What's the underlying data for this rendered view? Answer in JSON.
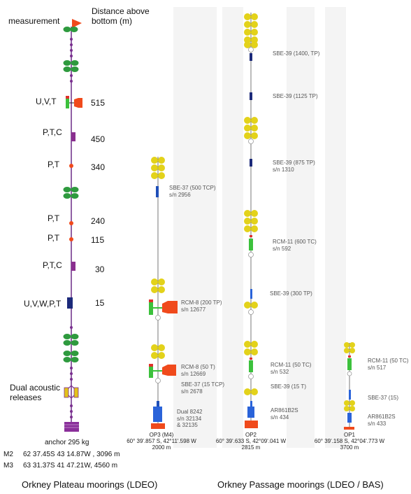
{
  "plateau": {
    "header_measurement": "measurement",
    "header_distance": "Distance above bottom (m)",
    "instruments": [
      {
        "measure": "U,V,T",
        "distance": "515"
      },
      {
        "measure": "P,T,C",
        "distance": "450"
      },
      {
        "measure": "P,T",
        "distance": "340"
      },
      {
        "measure": "P,T",
        "distance": "240"
      },
      {
        "measure": "P,T",
        "distance": "115"
      },
      {
        "measure": "P,T,C",
        "distance": "30"
      },
      {
        "measure": "U,V,W,P,T",
        "distance": "15"
      }
    ],
    "releases_label": "Dual acoustic releases",
    "anchor_label": "anchor 295 kg",
    "moorings": [
      {
        "name": "M2",
        "position": "62 37.45S  43 14.87W , 3096 m"
      },
      {
        "name": "M3",
        "position": "63 31.37S  41 47.21W, 4560 m"
      }
    ],
    "title": "Orkney Plateau moorings (LDEO)"
  },
  "passage": {
    "title": "Orkney Passage moorings (LDEO / BAS)",
    "op3": {
      "labels": [
        {
          "line1": "SBE-37 (500 TCP)",
          "line2": "s/n 2956"
        },
        {
          "line1": "RCM-8 (200 TP)",
          "line2": "s/n 12677"
        },
        {
          "line1": "RCM-8 (50 T)",
          "line2": "s/n 12669"
        },
        {
          "line1": "SBE-37 (15 TCP)",
          "line2": "s/n 2678"
        },
        {
          "line1": "Dual 8242",
          "line2": "s/n 32134",
          "line3": "& 32135"
        }
      ],
      "caption": {
        "name": "OP3 (M4)",
        "pos": "60° 39'.857 S, 42°11'.598 W",
        "depth": "2000 m"
      }
    },
    "op2": {
      "labels": [
        {
          "line1": "SBE-39 (1400, TP)"
        },
        {
          "line1": "SBE-39 (1125 TP)"
        },
        {
          "line1": "SBE-39 (875 TP)",
          "line2": "s/n 1310"
        },
        {
          "line1": "RCM-11 (600 TC)",
          "line2": "s/n 592"
        },
        {
          "line1": "SBE-39 (300 TP)"
        },
        {
          "line1": "RCM-11 (50 TC)",
          "line2": "s/n 532"
        },
        {
          "line1": "SBE-39 (15 T)"
        },
        {
          "line1": "AR861B2S",
          "line2": "s/n 434"
        }
      ],
      "caption": {
        "name": "OP2",
        "pos": "60° 39'.633 S, 42°09'.041 W",
        "depth": "2815 m"
      }
    },
    "op1": {
      "labels": [
        {
          "line1": "RCM-11 (50 TC)",
          "line2": "s/n 517"
        },
        {
          "line1": "SBE-37 (15)"
        },
        {
          "line1": "AR861B2S",
          "line2": "s/n 433"
        }
      ],
      "caption": {
        "name": "OP1",
        "pos": "60° 39'.158 S, 42°04'.773 W",
        "depth": "3700 m"
      }
    }
  },
  "colors": {
    "float_green": "#2e9a3e",
    "float_yellow": "#e3d21a",
    "flag_red": "#f04a1c",
    "purple": "#7a2f8f",
    "navy": "#1c2a7a",
    "blue": "#2a63d9",
    "rcm_green": "#3cc13c"
  }
}
